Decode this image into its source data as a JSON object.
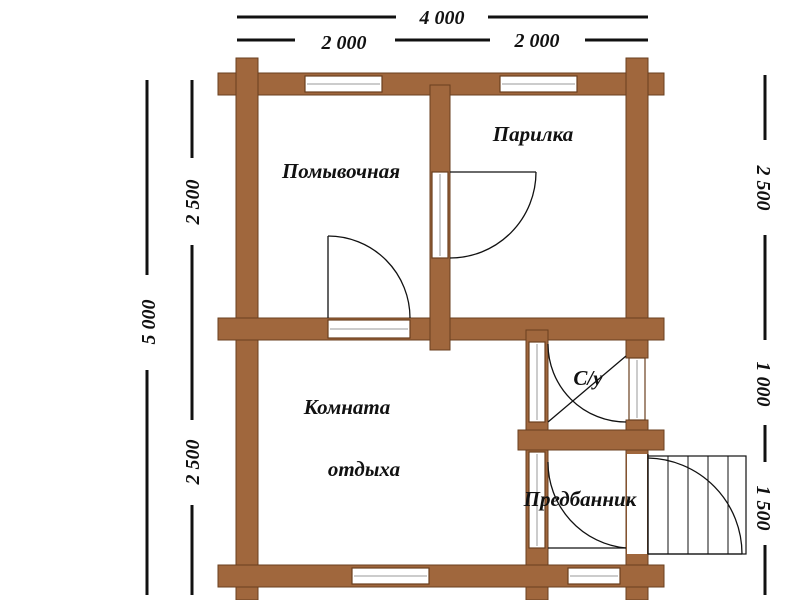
{
  "dimensions": {
    "top_total": "4 000",
    "top_left": "2 000",
    "top_right": "2 000",
    "left_total": "5 000",
    "left_upper": "2 500",
    "left_lower": "2 500",
    "right_upper": "2 500",
    "right_middle": "1 000",
    "right_lower": "1 500"
  },
  "rooms": {
    "washroom": "Помывочная",
    "steam_room": "Парилка",
    "rest_room_line1": "Комната",
    "rest_room_line2": "отдыха",
    "toilet": "С/у",
    "vestibule": "Предбанник"
  },
  "colors": {
    "log_wall": "#a0673d",
    "log_outline": "#6a3f1f",
    "window_glass": "#ffffff",
    "lines": "#111111"
  }
}
